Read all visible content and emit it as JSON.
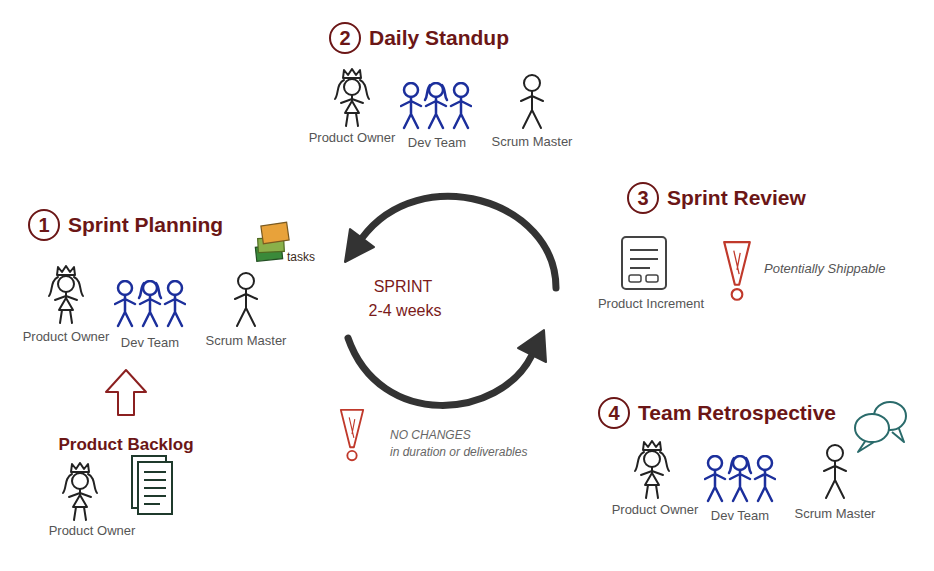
{
  "diagram": {
    "nodes": [
      {
        "text": [
          "1",
          "Sprint Planning"
        ]
      },
      {
        "text": [
          "2",
          "Daily Standup"
        ]
      },
      {
        "text": [
          "3",
          "Sprint Review"
        ]
      },
      {
        "text": [
          "4",
          "Team Retrospective"
        ]
      }
    ],
    "labels": [
      "Product Owner",
      "Dev Team",
      "Scrum Master",
      "tasks",
      "Product Owner",
      "Dev Team",
      "Scrum Master",
      "SPRINT",
      "2-4 weeks",
      "Product Increment",
      "Potentially Shippable",
      "Product Backlog",
      "NO CHANGES",
      "in duration or deliverables",
      "Product Owner",
      "Dev Team",
      "Scrum Master",
      "Product Owner"
    ]
  }
}
